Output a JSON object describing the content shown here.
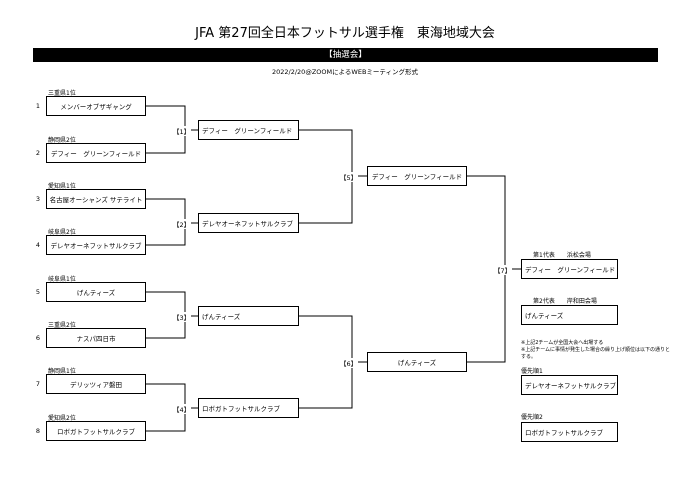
{
  "title": "JFA 第27回全日本フットサル選手権　東海地域大会",
  "section": "【抽選会】",
  "subtitle": "2022/2/20@ZOOMによるWEBミーティング形式",
  "entries": [
    {
      "no": "1",
      "seed": "三重県1位",
      "team": "メンバーオブザギャング"
    },
    {
      "no": "2",
      "seed": "静岡県2位",
      "team": "デフィー　グリーンフィールド"
    },
    {
      "no": "3",
      "seed": "愛知県1位",
      "team": "名古屋オーシャンズ サテライト"
    },
    {
      "no": "4",
      "seed": "岐阜県2位",
      "team": "デレヤオーネフットサルクラブ"
    },
    {
      "no": "5",
      "seed": "岐阜県1位",
      "team": "げんティーズ"
    },
    {
      "no": "6",
      "seed": "三重県2位",
      "team": "ナスパ四日市"
    },
    {
      "no": "7",
      "seed": "静岡県1位",
      "team": "デリッツィア磐田"
    },
    {
      "no": "8",
      "seed": "愛知県2位",
      "team": "ロボガトフットサルクラブ"
    }
  ],
  "round1": [
    {
      "label": "【1】",
      "winner": "デフィー　グリーンフィールド"
    },
    {
      "label": "【2】",
      "winner": "デレヤオーネフットサルクラブ"
    },
    {
      "label": "【3】",
      "winner": "げんティーズ"
    },
    {
      "label": "【4】",
      "winner": "ロボガトフットサルクラブ"
    }
  ],
  "round2": [
    {
      "label": "【5】",
      "winner": "デフィー　グリーンフィールド"
    },
    {
      "label": "【6】",
      "winner": "げんティーズ"
    }
  ],
  "final": {
    "label": "【7】"
  },
  "rep1": {
    "label": "第1代表　　浜松会場",
    "team": "デフィー　グリーンフィールド"
  },
  "rep2": {
    "label": "第2代表　　岸和田会場",
    "team": "げんティーズ"
  },
  "notes": [
    "※上記2チームが全国大会へ出場する",
    "※上記チームに事情が発生した場合の繰り上げ順位は以下の通りとする。"
  ],
  "alt1": {
    "label": "優先順1",
    "team": "デレヤオーネフットサルクラブ"
  },
  "alt2": {
    "label": "優先順2",
    "team": "ロボガトフットサルクラブ"
  }
}
